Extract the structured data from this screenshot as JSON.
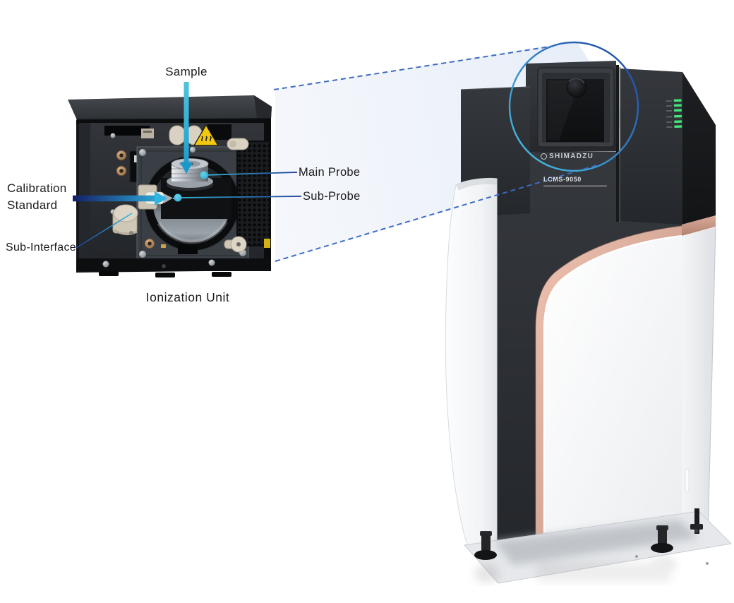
{
  "annotations": {
    "sample": "Sample",
    "calibration_standard": "Calibration Standard",
    "sub_interface": "Sub-Interface",
    "main_probe": "Main Probe",
    "sub_probe": "Sub-Probe",
    "unit_caption": "Ionization Unit"
  },
  "machine": {
    "brand": "SHIMADZU",
    "model": "LCMS-9050"
  },
  "colors": {
    "label_text": "#1c1c1e",
    "accent_cyan": "#2fb6e2",
    "accent_navy": "#1e3f96",
    "arrow_teal": "#1899cb",
    "dashed_line_blue": "#3d6cc0",
    "magnifier_cyan": "#49c4e4",
    "magnifier_blue": "#1f43a6",
    "copper_accent": "#d9a795",
    "led_green": "#45e57a",
    "machine_dark": "#2b2e33"
  }
}
